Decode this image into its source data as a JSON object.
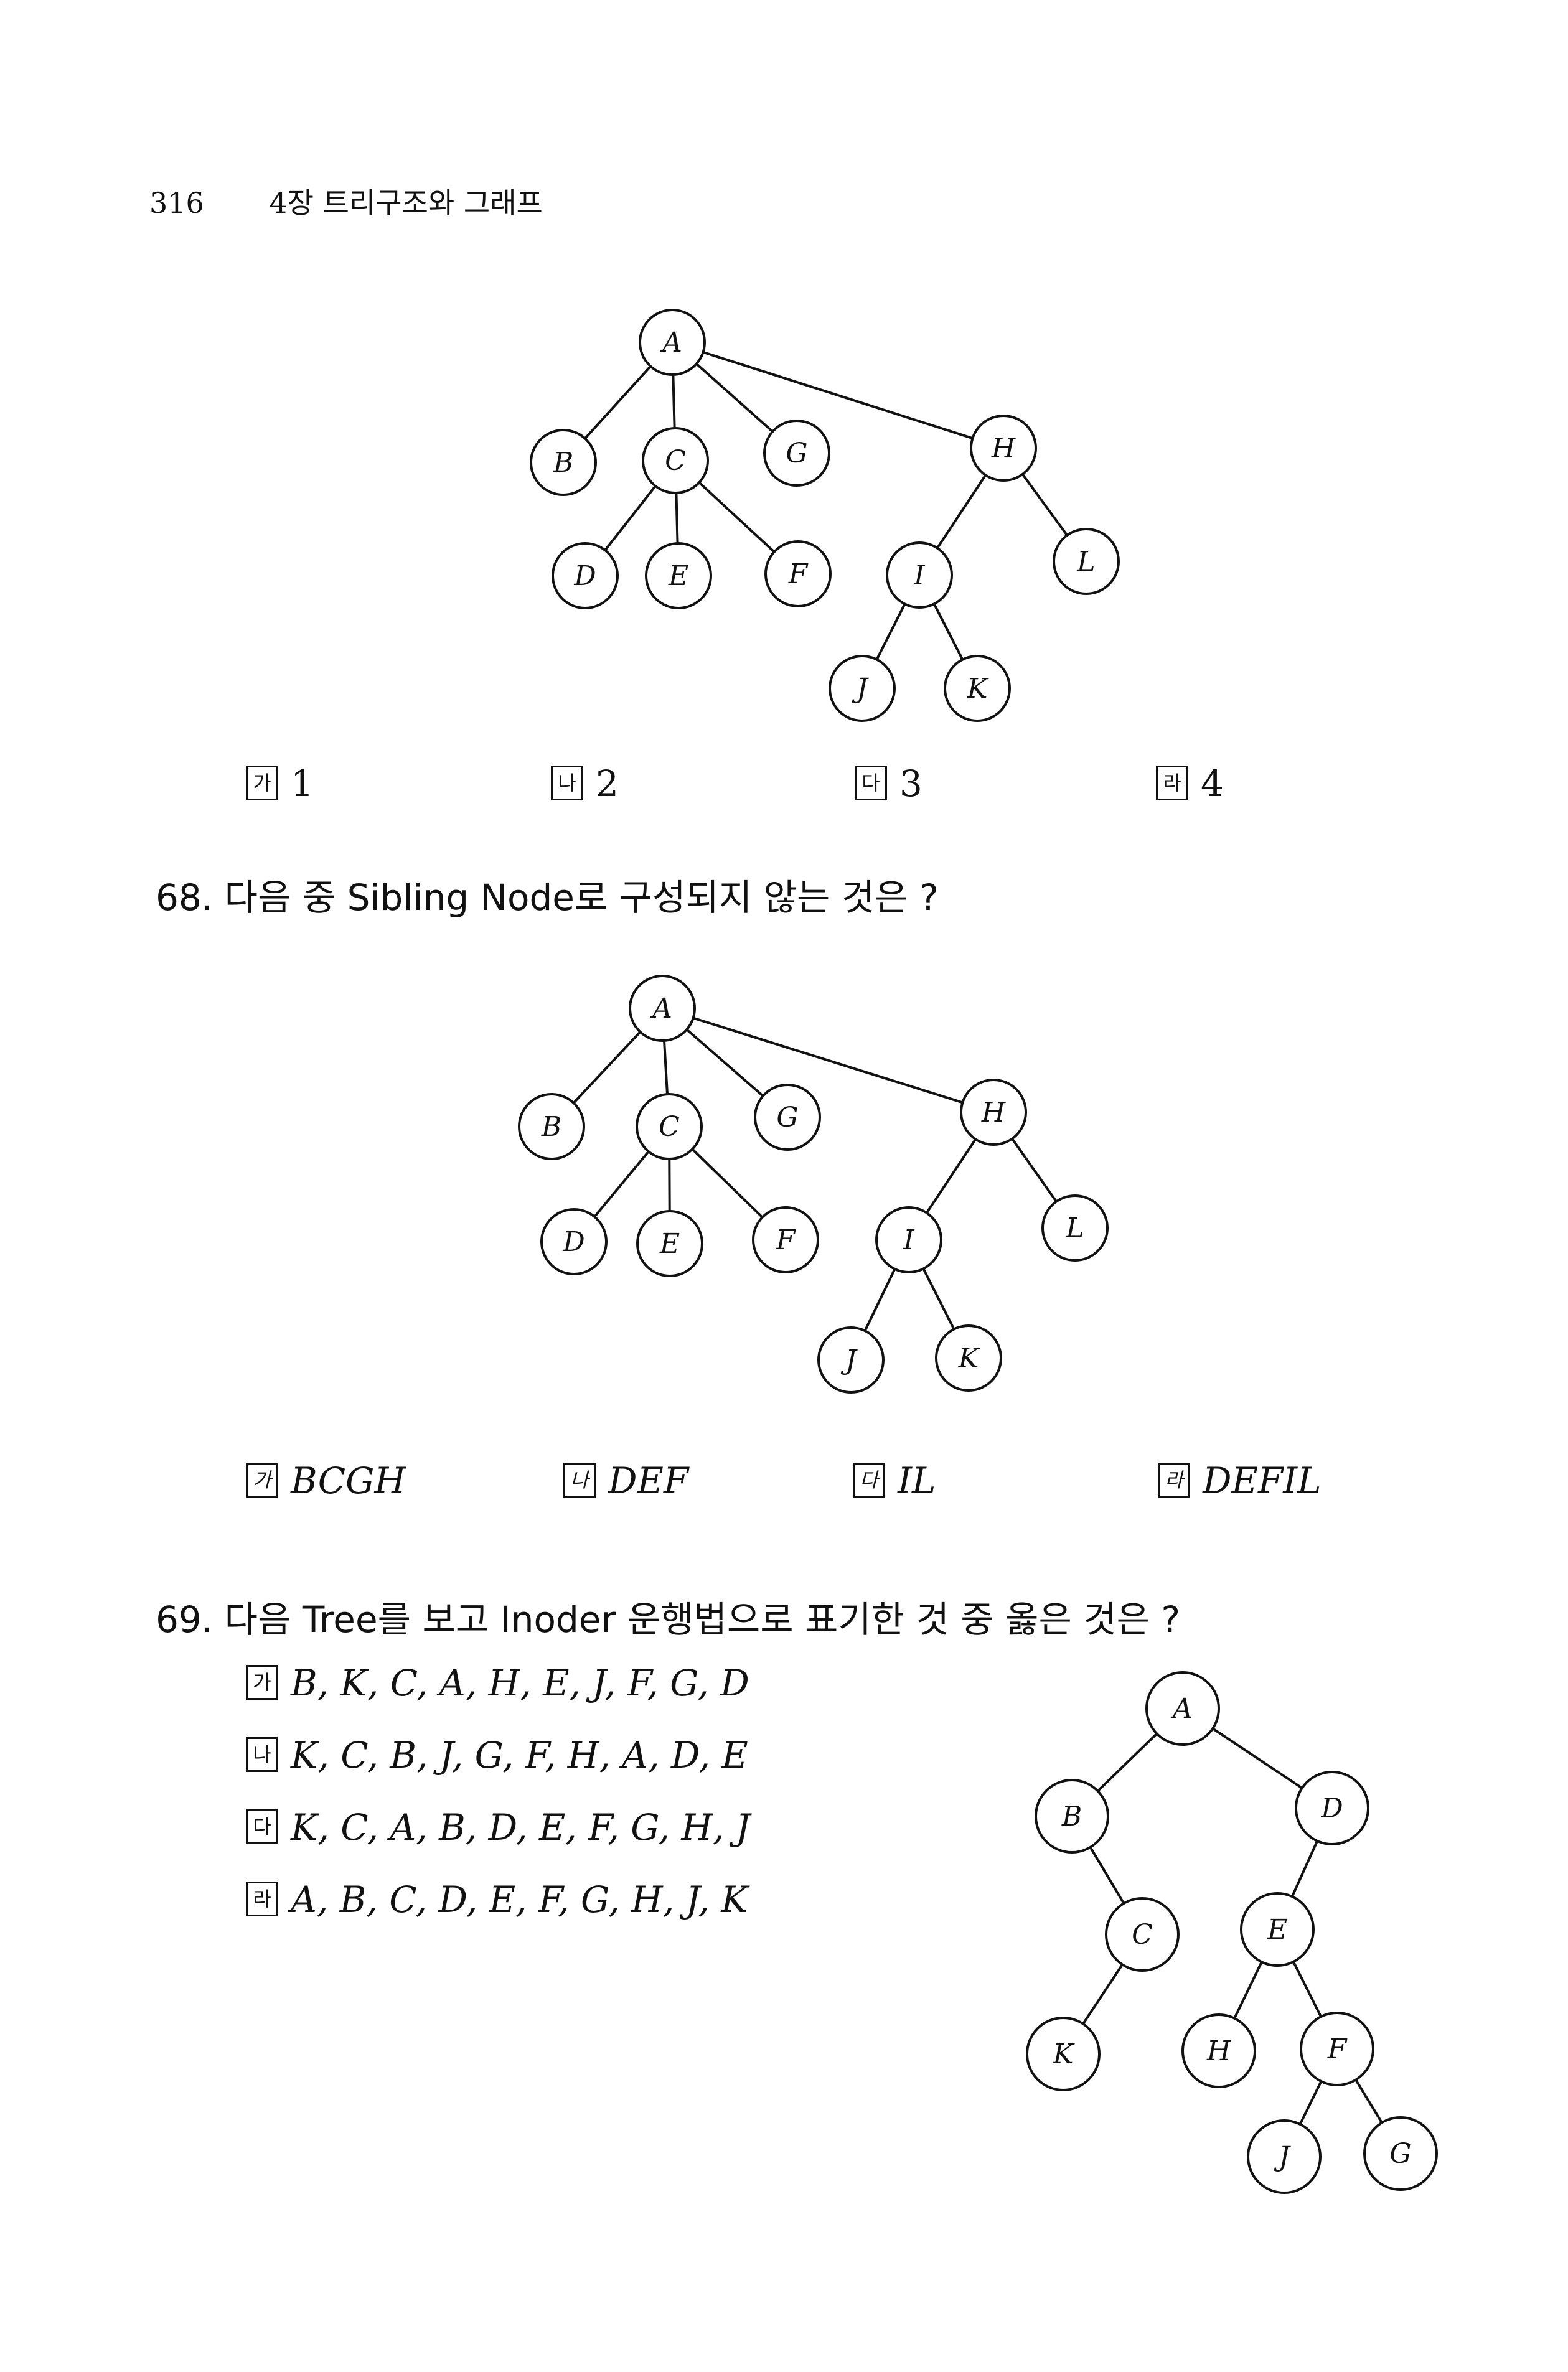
{
  "header": {
    "page_number": "316",
    "chapter": "4장 트리구조와 그래프"
  },
  "q67": {
    "options": [
      {
        "marker": "가",
        "value": "1"
      },
      {
        "marker": "나",
        "value": "2"
      },
      {
        "marker": "다",
        "value": "3"
      },
      {
        "marker": "라",
        "value": "4"
      }
    ]
  },
  "q68": {
    "question": "68. 다음 중 Sibling Node로 구성되지 않는 것은 ?",
    "options": [
      {
        "marker": "가",
        "value": "BCGH"
      },
      {
        "marker": "나",
        "value": "DEF"
      },
      {
        "marker": "다",
        "value": "IL"
      },
      {
        "marker": "라",
        "value": "DEFIL"
      }
    ]
  },
  "q69": {
    "question": "69. 다음 Tree를 보고 Inoder 운행법으로 표기한 것 중 옳은 것은 ?",
    "options": [
      {
        "marker": "가",
        "value": "B, K, C, A, H, E, J, F, G, D"
      },
      {
        "marker": "나",
        "value": "K, C, B, J, G, F, H, A, D, E"
      },
      {
        "marker": "다",
        "value": "K, C, A, B, D, E, F, G, H, J"
      },
      {
        "marker": "라",
        "value": "A, B, C, D, E, F, G, H, J, K"
      }
    ]
  },
  "tree1": {
    "nodes": [
      "A",
      "B",
      "C",
      "G",
      "H",
      "D",
      "E",
      "F",
      "I",
      "L",
      "J",
      "K"
    ],
    "edges": [
      [
        "A",
        "B"
      ],
      [
        "A",
        "C"
      ],
      [
        "A",
        "G"
      ],
      [
        "A",
        "H"
      ],
      [
        "C",
        "D"
      ],
      [
        "C",
        "E"
      ],
      [
        "C",
        "F"
      ],
      [
        "H",
        "I"
      ],
      [
        "H",
        "L"
      ],
      [
        "I",
        "J"
      ],
      [
        "I",
        "K"
      ]
    ]
  },
  "tree2": {
    "nodes": [
      "A",
      "B",
      "C",
      "G",
      "H",
      "D",
      "E",
      "F",
      "I",
      "L",
      "J",
      "K"
    ],
    "edges": [
      [
        "A",
        "B"
      ],
      [
        "A",
        "C"
      ],
      [
        "A",
        "G"
      ],
      [
        "A",
        "H"
      ],
      [
        "C",
        "D"
      ],
      [
        "C",
        "E"
      ],
      [
        "C",
        "F"
      ],
      [
        "H",
        "I"
      ],
      [
        "H",
        "L"
      ],
      [
        "I",
        "J"
      ],
      [
        "I",
        "K"
      ]
    ]
  },
  "tree3": {
    "nodes": [
      "A",
      "B",
      "D",
      "C",
      "E",
      "K",
      "H",
      "F",
      "J",
      "G"
    ],
    "edges": [
      [
        "A",
        "B"
      ],
      [
        "A",
        "D"
      ],
      [
        "B",
        "C"
      ],
      [
        "C",
        "K"
      ],
      [
        "D",
        "E"
      ],
      [
        "E",
        "H"
      ],
      [
        "E",
        "F"
      ],
      [
        "F",
        "J"
      ],
      [
        "F",
        "G"
      ]
    ]
  }
}
